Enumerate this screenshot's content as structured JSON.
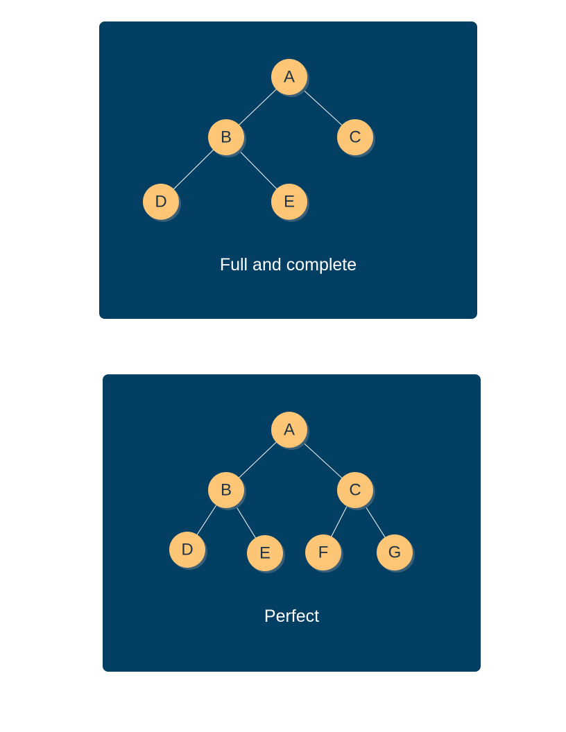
{
  "colors": {
    "panel_bg": "#033e63",
    "node_fill": "#fdc676",
    "node_text": "#1f3347",
    "edge": "#ffffff",
    "caption": "#ffffff"
  },
  "diagrams": [
    {
      "caption": "Full and complete",
      "nodes": [
        "A",
        "B",
        "C",
        "D",
        "E"
      ],
      "edges": [
        [
          "A",
          "B"
        ],
        [
          "A",
          "C"
        ],
        [
          "B",
          "D"
        ],
        [
          "B",
          "E"
        ]
      ]
    },
    {
      "caption": "Perfect",
      "nodes": [
        "A",
        "B",
        "C",
        "D",
        "E",
        "F",
        "G"
      ],
      "edges": [
        [
          "A",
          "B"
        ],
        [
          "A",
          "C"
        ],
        [
          "B",
          "D"
        ],
        [
          "B",
          "E"
        ],
        [
          "C",
          "F"
        ],
        [
          "C",
          "G"
        ]
      ]
    }
  ]
}
